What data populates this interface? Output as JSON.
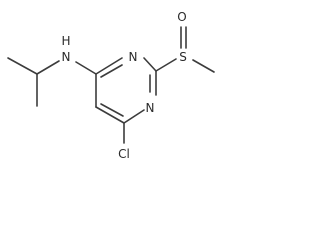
{
  "structure": {
    "atoms": {
      "nh": "H",
      "n_amine": "N",
      "n_ring_top": "N",
      "n_ring_bottom": "N",
      "sulfur": "S",
      "oxygen": "O",
      "chlorine": "Cl"
    }
  }
}
